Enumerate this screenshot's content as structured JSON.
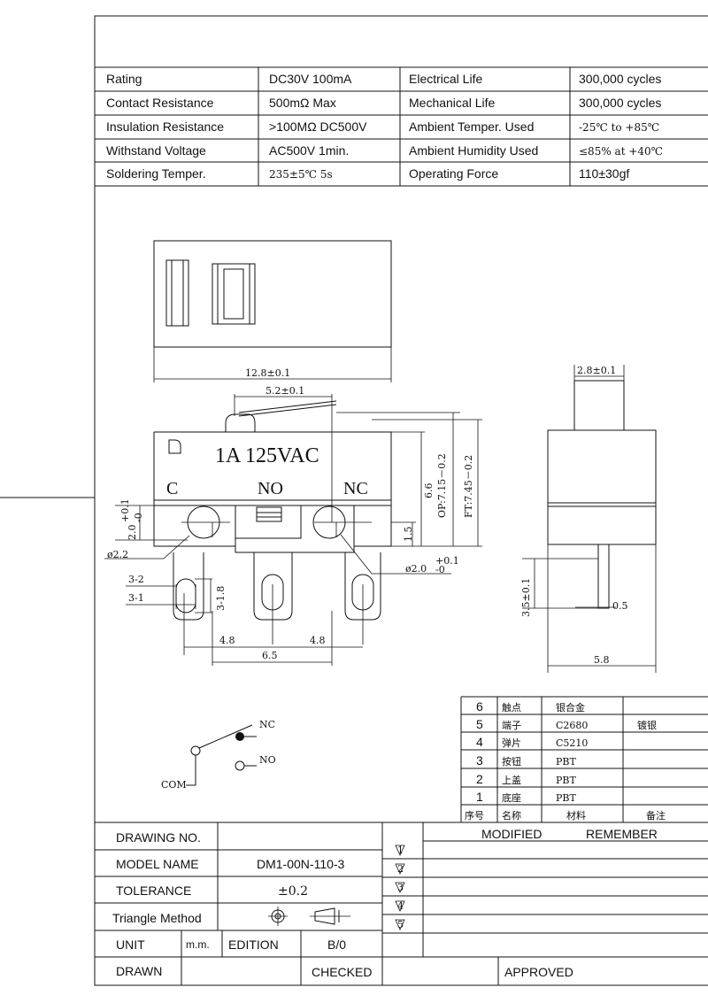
{
  "specs": [
    [
      "Rating",
      "DC30V 100mA",
      "Electrical Life",
      "300,000 cycles"
    ],
    [
      "Contact Resistance",
      "500mΩ  Max",
      "Mechanical Life",
      "300,000 cycles"
    ],
    [
      "Insulation Resistance",
      ">100MΩ DC500V",
      "Ambient Temper. Used",
      "-25℃  to  +85℃"
    ],
    [
      "Withstand Voltage",
      "AC500V  1min.",
      "Ambient Humidity Used",
      "≤85%  at  +40℃"
    ],
    [
      "Soldering Temper.",
      "235±5℃  5s",
      "Operating Force",
      "110±30gf"
    ]
  ],
  "dims": {
    "d_12_8": "12.8±0.1",
    "d_2_8": "2.8±0.1",
    "d_5_2": "5.2±0.1",
    "d_6_6": "6.6",
    "d_op": "OP:7.15－0.2",
    "d_ft": "FT:7.45－0.2",
    "d_2_0": "2.0",
    "d_2_0_tol": "+0.1",
    "d_2_0_tol2": "-0",
    "d_1_5": "1.5",
    "d_phi22": "ø2.2",
    "d_phi20": "ø2.0",
    "d_phi20_tol": "+0.1",
    "d_phi20_tol2": "-0",
    "d_3_2": "3-2",
    "d_3_1": "3-1",
    "d_3_1_8": "3-1.8",
    "d_4_8a": "4.8",
    "d_4_8b": "4.8",
    "d_6_5": "6.5",
    "d_3_5": "3.5±0.1",
    "d_0_5": "0.5",
    "d_5_8": "5.8"
  },
  "switch_body": {
    "rating": "1A  125VAC",
    "term_c": "C",
    "term_no": "NO",
    "term_nc": "NC"
  },
  "schematic": {
    "nc": "NC",
    "no": "NO",
    "com": "COM"
  },
  "bom": {
    "rows": [
      [
        "6",
        "触点",
        "银合金",
        ""
      ],
      [
        "5",
        "端子",
        "C2680",
        "镀银"
      ],
      [
        "4",
        "弹片",
        "C5210",
        ""
      ],
      [
        "3",
        "按钮",
        "PBT",
        ""
      ],
      [
        "2",
        "上盖",
        "PBT",
        ""
      ],
      [
        "1",
        "底座",
        "PBT",
        ""
      ]
    ],
    "header": [
      "序号",
      "名称",
      "材料",
      "备注"
    ]
  },
  "title_block": {
    "drawing_no_label": "DRAWING NO.",
    "model_label": "MODEL NAME",
    "model_value": "DM1-00N-110-3",
    "tolerance_label": "TOLERANCE",
    "tolerance_value": "±0.2",
    "triangle_label": "Triangle Method",
    "unit_label": "UNIT",
    "unit_value": "m.m.",
    "edition_label": "EDITION",
    "edition_value": "B/0",
    "drawn_label": "DRAWN",
    "checked_label": "CHECKED",
    "approved_label": "APPROVED",
    "modified_label": "MODIFIED",
    "remember_label": "REMEMBER",
    "rev1": "1",
    "rev2": "2",
    "rev3": "3",
    "rev4": "4",
    "rev5": "5"
  }
}
